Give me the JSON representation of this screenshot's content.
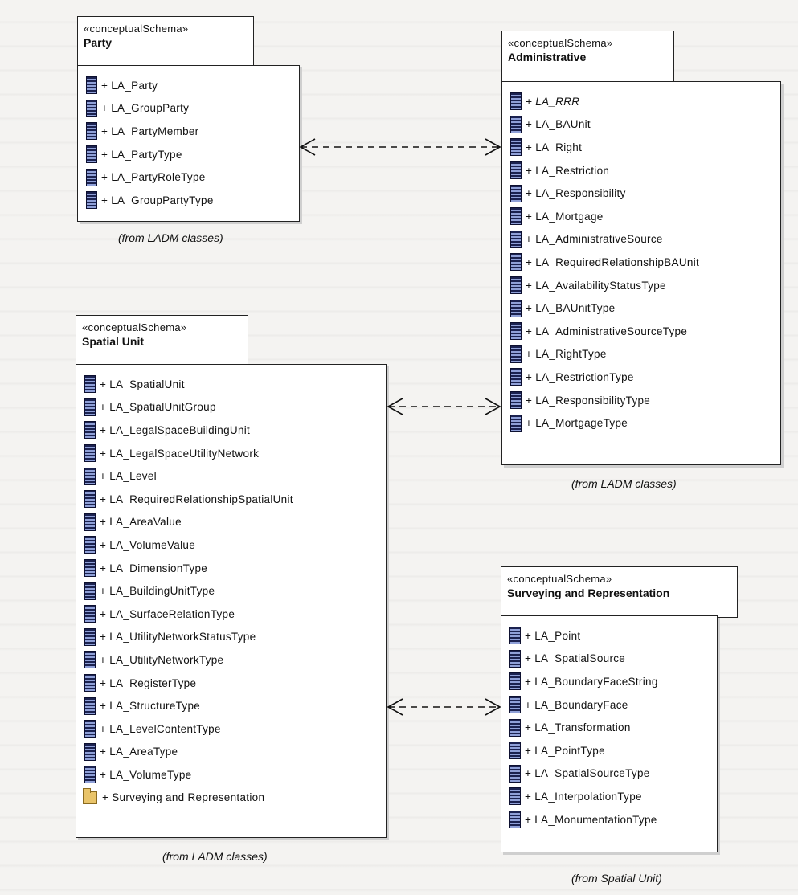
{
  "packages": {
    "party": {
      "stereotype": "«conceptualSchema»",
      "name": "Party",
      "items": [
        "+ LA_Party",
        "+ LA_GroupParty",
        "+ LA_PartyMember",
        "+ LA_PartyType",
        "+ LA_PartyRoleType",
        "+ LA_GroupPartyType"
      ],
      "caption": "(from LADM classes)"
    },
    "administrative": {
      "stereotype": "«conceptualSchema»",
      "name": "Administrative",
      "items": [
        "+ LA_RRR",
        "+ LA_BAUnit",
        "+ LA_Right",
        "+ LA_Restriction",
        "+ LA_Responsibility",
        "+ LA_Mortgage",
        "+ LA_AdministrativeSource",
        "+ LA_RequiredRelationshipBAUnit",
        "+ LA_AvailabilityStatusType",
        "+ LA_BAUnitType",
        "+ LA_AdministrativeSourceType",
        "+ LA_RightType",
        "+ LA_RestrictionType",
        "+ LA_ResponsibilityType",
        "+ LA_MortgageType"
      ],
      "caption": "(from LADM classes)"
    },
    "spatial": {
      "stereotype": "«conceptualSchema»",
      "name": "Spatial Unit",
      "items": [
        "+ LA_SpatialUnit",
        "+ LA_SpatialUnitGroup",
        "+ LA_LegalSpaceBuildingUnit",
        "+ LA_LegalSpaceUtilityNetwork",
        "+ LA_Level",
        "+ LA_RequiredRelationshipSpatialUnit",
        "+ LA_AreaValue",
        "+ LA_VolumeValue",
        "+ LA_DimensionType",
        "+ LA_BuildingUnitType",
        "+ LA_SurfaceRelationType",
        "+ LA_UtilityNetworkStatusType",
        "+ LA_UtilityNetworkType",
        "+ LA_RegisterType",
        "+ LA_StructureType",
        "+ LA_LevelContentType",
        "+ LA_AreaType",
        "+ LA_VolumeType"
      ],
      "folder_item": "+ Surveying and Representation",
      "caption": "(from LADM classes)"
    },
    "surveying": {
      "stereotype": "«conceptualSchema»",
      "name": "Surveying and Representation",
      "items": [
        "+ LA_Point",
        "+ LA_SpatialSource",
        "+ LA_BoundaryFaceString",
        "+ LA_BoundaryFace",
        "+ LA_Transformation",
        "+ LA_PointType",
        "+ LA_SpatialSourceType",
        "+ LA_InterpolationType",
        "+ LA_MonumentationType"
      ],
      "caption": "(from Spatial Unit)"
    }
  },
  "icons": {
    "class": "class-icon",
    "package": "folder-icon",
    "arrow": "dashed-bidirectional-arrow"
  },
  "colors": {
    "class_icon": "#1b2250",
    "folder": "#e9c46a",
    "border": "#222222"
  }
}
